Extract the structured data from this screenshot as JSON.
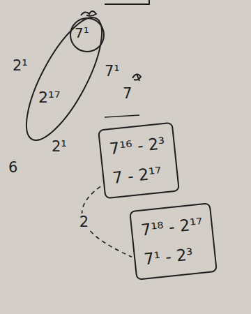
{
  "diagram": {
    "nodes": [
      {
        "text": [
          "2¹⁷"
        ]
      },
      {
        "text": [
          "7¹"
        ],
        "in": 0
      },
      {
        "text": [
          "7¹⁶ - 2³",
          "7 - 2¹⁷"
        ]
      },
      {
        "text": [
          "7¹⁸ - 2¹⁷",
          "7¹ - 2³"
        ]
      }
    ],
    "edges": [
      {
        "from": 2,
        "to": 3,
        "arrow": "none",
        "label": "2"
      }
    ],
    "labels": [
      "2¹",
      "7¹",
      "2¹",
      "7",
      "6"
    ]
  }
}
